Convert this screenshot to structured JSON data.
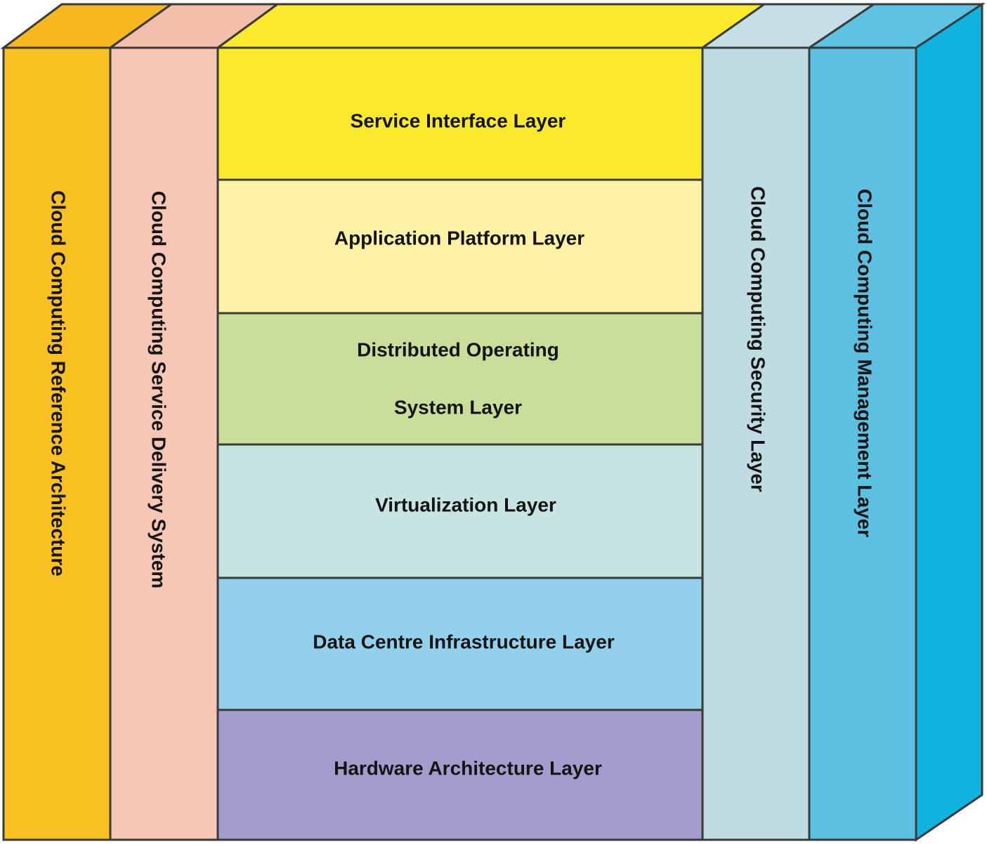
{
  "columns": {
    "left_outer": {
      "label": "Cloud Computing Reference Architecture",
      "color": "#F8C020",
      "top_color": "#F6B81E"
    },
    "left_inner": {
      "label": "Cloud Computing Service Delivery System",
      "color": "#F6C7B4",
      "top_color": "#F3BFAB"
    },
    "right_inner": {
      "label": "Cloud Computing Security Layer",
      "color": "#BFDCE2",
      "top_color": "#C4DFE5"
    },
    "right_outer": {
      "label": "Cloud Computing Management Layer",
      "color": "#5EC0E0",
      "top_color": "#5EC3E2",
      "side_color": "#0EB4DF"
    }
  },
  "top_face_color": "#FBE92C",
  "layers": [
    {
      "lines": [
        "Service Interface Layer"
      ],
      "color": "#FBE92C"
    },
    {
      "lines": [
        "Application Platform Layer"
      ],
      "color": "#FCF1A5"
    },
    {
      "lines": [
        "Distributed Operating",
        "System Layer"
      ],
      "color": "#C9DE9A"
    },
    {
      "lines": [
        "Virtualization Layer"
      ],
      "color": "#C6E4E1"
    },
    {
      "lines": [
        "Data Centre Infrastructure Layer"
      ],
      "color": "#92D0EC"
    },
    {
      "lines": [
        "Hardware Architecture Layer"
      ],
      "color": "#A49DCB"
    }
  ]
}
